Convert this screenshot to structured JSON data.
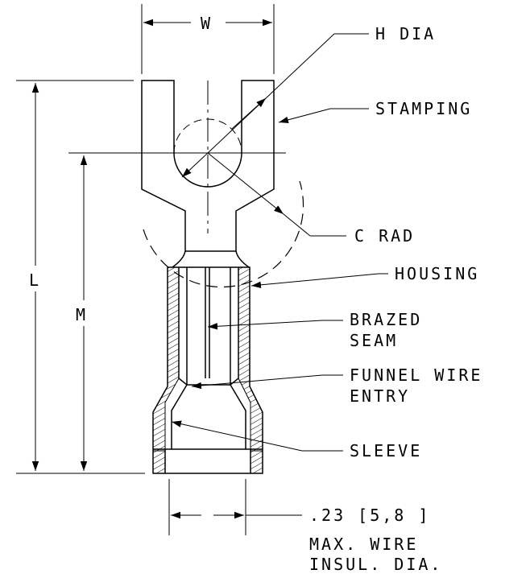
{
  "dimensions": {
    "width": "W",
    "length": "L",
    "m": "M",
    "hole": "H DIA",
    "radius": "C RAD",
    "wire_insul": ".23 [5,8 ]",
    "wire_insul_note_1": "MAX. WIRE",
    "wire_insul_note_2": "INSUL. DIA."
  },
  "callouts": {
    "stamping": "STAMPING",
    "housing": "HOUSING",
    "brazed_1": "BRAZED",
    "brazed_2": "SEAM",
    "funnel_1": "FUNNEL WIRE",
    "funnel_2": "ENTRY",
    "sleeve": "SLEEVE"
  }
}
